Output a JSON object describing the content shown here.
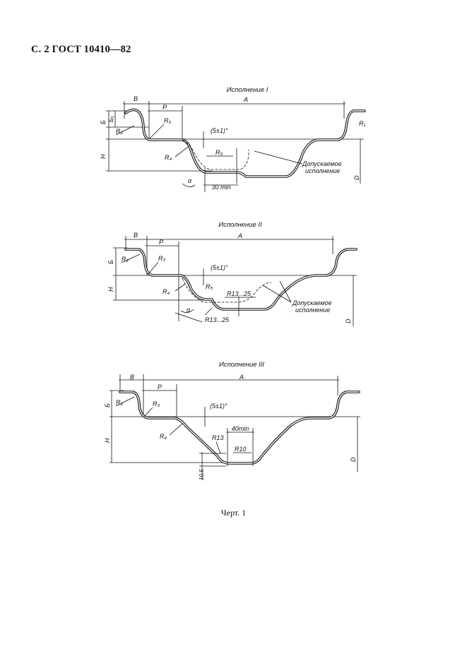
{
  "header": {
    "text": "С. 2 ГОСТ 10410—82"
  },
  "figure1": {
    "title": "Исполнение I",
    "labels": {
      "B": "В",
      "A": "А",
      "P": "Р",
      "G1": "Б",
      "G2": "Б₁",
      "H": "Н",
      "D": "D",
      "R1": "R₁",
      "R2": "R₂",
      "R3": "R₃",
      "R4": "R₄",
      "R5": "R₅",
      "angle": "(5±1)°",
      "alpha": "α",
      "dim": "30 min",
      "note1": "Допускаемое",
      "note2": "исполнение"
    }
  },
  "figure2": {
    "title": "Исполнение II",
    "labels": {
      "B": "В",
      "A": "А",
      "P": "Р",
      "G": "Б",
      "H": "Н",
      "D": "D",
      "R2": "R₂",
      "R3": "R₃",
      "R4": "R₄",
      "R5": "R₅",
      "angle": "(5±1)°",
      "alpha": "α",
      "r_upper": "R13...25",
      "r_lower": "R13...25",
      "note1": "Допускаемое",
      "note2": "исполнение"
    }
  },
  "figure3": {
    "title": "Исполнение III",
    "labels": {
      "B": "В",
      "A": "А",
      "P": "Р",
      "G": "Б",
      "H": "Н",
      "D": "D",
      "R2": "R₂",
      "R3": "R₃",
      "R4": "R₄",
      "angle": "(5±1)°",
      "dim_top": "40min",
      "r13": "R13",
      "r10": "R10",
      "v105": "10,5"
    }
  },
  "caption": {
    "text": "Черт. 1"
  }
}
